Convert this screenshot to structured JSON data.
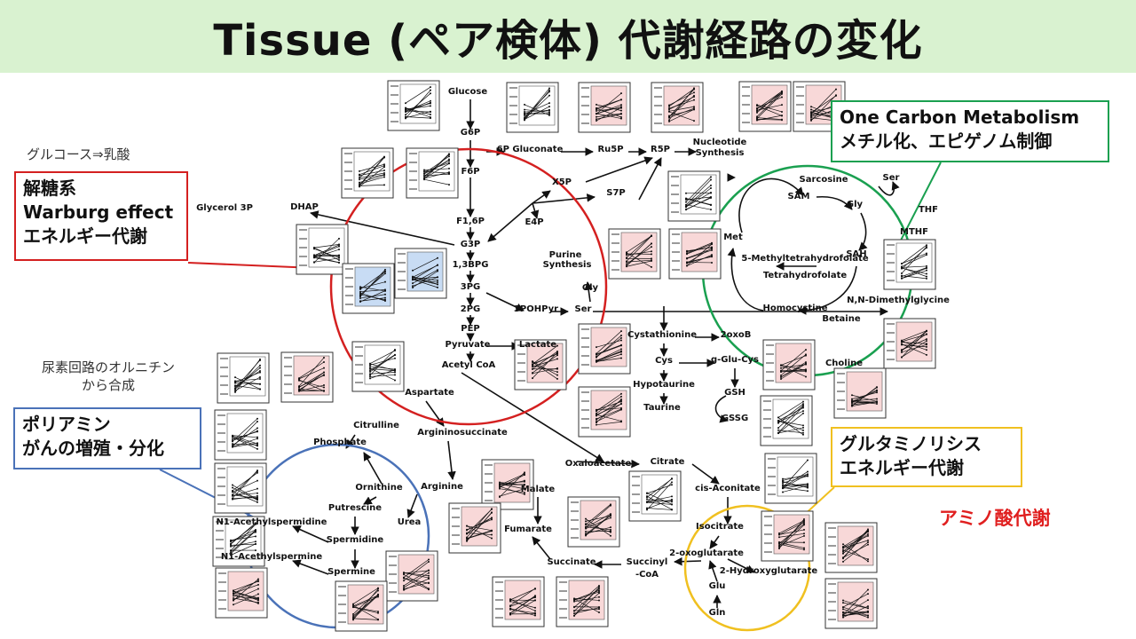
{
  "title": "Tissue (ペア検体) 代謝経路の変化",
  "callouts": {
    "glycolysis": {
      "lines": [
        "解糖系",
        "Warburg effect",
        "エネルギー代謝"
      ],
      "color": "#d42020"
    },
    "one_carbon": {
      "lines": [
        "One Carbon Metabolism",
        "メチル化、エピゲノム制御"
      ],
      "color": "#1aa050"
    },
    "polyamine": {
      "lines": [
        "ポリアミン",
        "がんの増殖・分化"
      ],
      "color": "#4a72b8"
    },
    "glutaminolysis": {
      "lines": [
        "グルタミノリシス",
        "エネルギー代謝"
      ],
      "color": "#f0c020"
    }
  },
  "notes": {
    "glucose_lactate": "グルコース⇒乳酸",
    "urea_cycle": [
      "尿素回路のオルニチン",
      "から合成"
    ],
    "amino_acid": "アミノ酸代謝"
  },
  "metabolites": [
    "Glucose",
    "G6P",
    "6P Gluconate",
    "Ru5P",
    "R5P",
    "Nucleotide",
    "Synthesis",
    "X5P",
    "S7P",
    "F6P",
    "E4P",
    "F1,6P",
    "G3P",
    "DHAP",
    "Glycerol 3P",
    "1,3BPG",
    "3PG",
    "2PG",
    "PEP",
    "Pyruvate",
    "Lactate",
    "Acetyl CoA",
    "Purine",
    "Synthesis",
    "Gly",
    "3POHPyr",
    "Ser",
    "Cystathionine",
    "2oxoB",
    "Cys",
    "g-Glu-Cys",
    "Hypotaurine",
    "Taurine",
    "GSH",
    "GSSG",
    "SAM",
    "Sarcosine",
    "Gly",
    "Ser",
    "THF",
    "MTHF",
    "Met",
    "SAH",
    "5-Methyltetrahydrofolate",
    "Tetrahydrofolate",
    "Homocystine",
    "N,N-Dimethylglycine",
    "Betaine",
    "Choline",
    "Aspartate",
    "Argininosuccinate",
    "Citrulline",
    "Phosphate",
    "Ornithine",
    "Arginine",
    "Urea",
    "Putrescine",
    "N1-Acethylspermidine",
    "Spermidine",
    "N1-Acethylspermine",
    "Spermine",
    "Oxaloacetate",
    "Citrate",
    "cis-Aconitate",
    "Malate",
    "Fumarate",
    "Isocitrate",
    "2-oxoglutarate",
    "2-Hydroxyglutarate",
    "Succinate",
    "Succinyl",
    "-CoA",
    "Glu",
    "Gln"
  ],
  "chart_legend_colors": {
    "pink_panel": "#f8d8d8",
    "blue_panel": "#c8dcf4",
    "white_panel": "#ffffff"
  }
}
